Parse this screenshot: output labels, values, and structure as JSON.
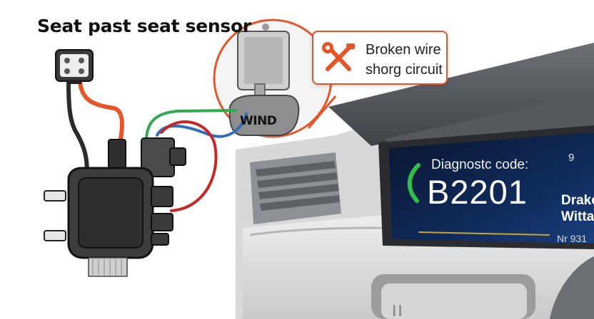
{
  "title": "Seat past seat sensor",
  "callout": {
    "line1": "Broken wire",
    "line2": "shorg circuit",
    "icon": "wrench-screwdriver-icon",
    "accent_color": "#e8542a"
  },
  "connector_label": "WIND",
  "dashboard": {
    "diag_label": "Diagnostc code:",
    "diag_code": "B2201",
    "time_value": "9",
    "side_line1": "Drake",
    "side_line2": "Wittaı",
    "bottom_value": "Nr 931",
    "status_icon": "status-arc-icon",
    "status_color": "#2fbf4a"
  },
  "wires": {
    "orange": "#e8542a",
    "green": "#2fa84f",
    "red": "#c62828",
    "blue": "#2f6fb5",
    "black": "#2b2b2b"
  }
}
